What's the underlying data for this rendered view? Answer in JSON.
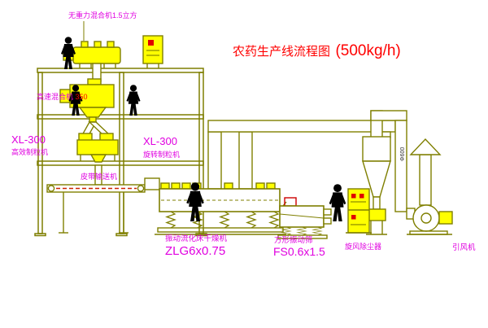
{
  "diagram": {
    "title_main": "农药生产线流程图",
    "title_capacity": "(500kg/h)"
  },
  "labels": {
    "mixer_top": "无重力混合机1.5立方",
    "high_speed_mixer": "高速混合机",
    "high_speed_mixer_model": "350",
    "granulator_left_model": "XL-300",
    "granulator_left_name": "高效制粒机",
    "granulator_mid_model": "XL-300",
    "granulator_mid_name": "旋转制粒机",
    "belt_conveyor": "皮带输送机",
    "dryer_name": "振动流化床干燥机",
    "dryer_model": "ZLG6x0.75",
    "screen_name": "方形振动筛",
    "screen_model": "FS0.6x1.5",
    "cyclone_duster": "旋风除尘器",
    "induced_fan": "引风机",
    "pipe_diameter": "Φ600"
  },
  "colors": {
    "line_olive": "#7f7f00",
    "equipment_yellow": "#ffff00",
    "label_magenta": "#e000e0",
    "title_red": "#ff0000",
    "belt_red": "#cc2200",
    "figure_black": "#000000",
    "background": "#ffffff"
  }
}
